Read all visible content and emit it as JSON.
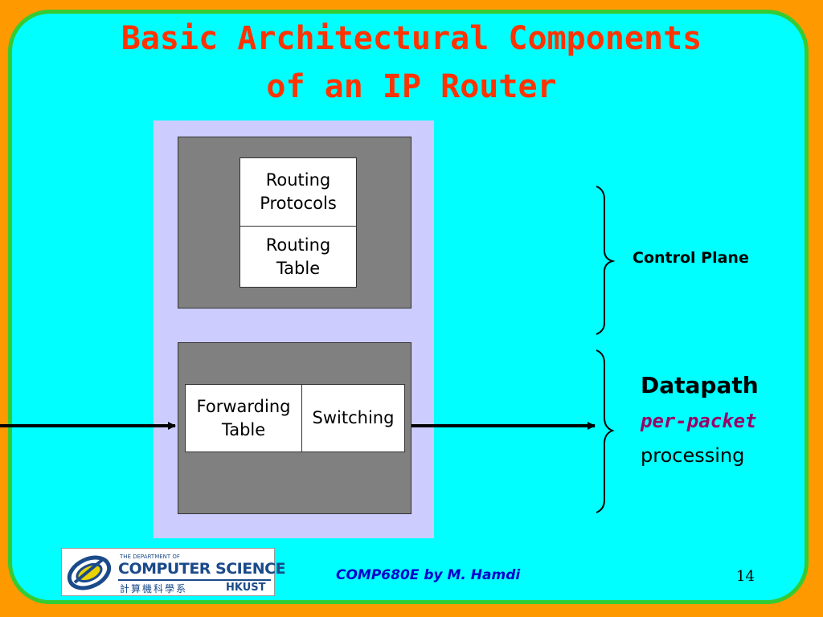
{
  "slide": {
    "title_line1": "Basic Architectural Components",
    "title_line2": "of an IP Router",
    "footer": "COMP680E by M. Hamdi",
    "page_number": "14"
  },
  "diagram": {
    "routing_protocols_line1": "Routing",
    "routing_protocols_line2": "Protocols",
    "routing_table_line1": "Routing",
    "routing_table_line2": "Table",
    "forwarding_table_line1": "Forwarding",
    "forwarding_table_line2": "Table",
    "switching": "Switching",
    "control_plane": "Control Plane",
    "datapath": "Datapath",
    "per_packet": "per-packet",
    "processing": "processing"
  },
  "logo": {
    "dept_line": "THE DEPARTMENT OF",
    "name": "COMPUTER SCIENCE",
    "chinese": "計算機科學系",
    "hkust": "HKUST"
  },
  "colors": {
    "background": "#ff9900",
    "slide": "#00ffff",
    "border": "#33cc33",
    "title": "#ff3300",
    "router_panel": "#ccccff",
    "component_block": "#808080",
    "emphasis": "#990066",
    "footer": "#0000cc"
  }
}
